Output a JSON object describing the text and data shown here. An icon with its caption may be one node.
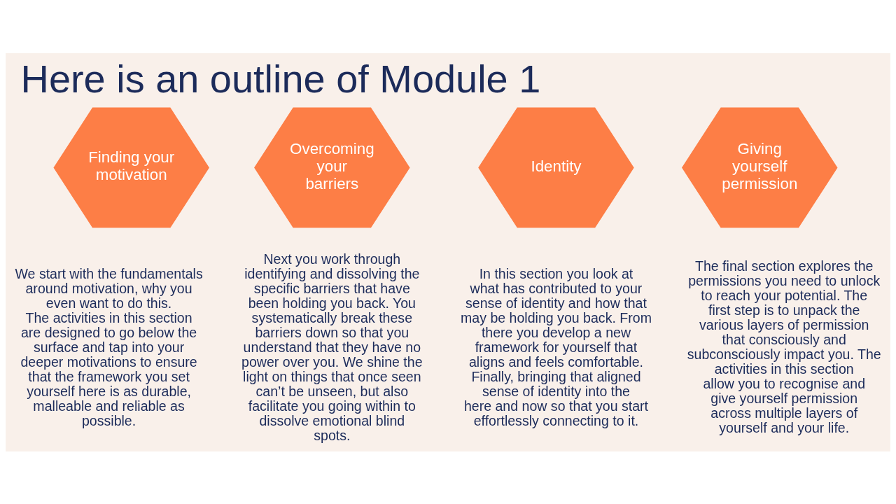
{
  "diagram": {
    "title": "Here is an outline of Module 1",
    "nodes": [
      {
        "text": [
          "Finding your motivation"
        ],
        "beside": [
          "We start with the fundamentals around motivation, why you even want to do this.",
          "The activities in this section are designed to go below the surface and tap into your deeper motivations to ensure that the framework you set yourself here is as durable, malleable and reliable as possible."
        ]
      },
      {
        "text": [
          "Overcoming your barriers"
        ],
        "beside": [
          "Next you work through identifying and dissolving the specific barriers that have been holding you back. You systematically break these barriers down so that you understand that they have no power over you. We shine the light on things that once seen can’t be unseen, but also facilitate you going within to dissolve emotional blind spots."
        ]
      },
      {
        "text": [
          "Identity"
        ],
        "beside": [
          "In this section you look at what has contributed to your sense of identity and how that may be holding you back. From there you develop a new framework for yourself that aligns and feels comfortable. Finally, bringing that aligned sense of identity into the here and now so that you start effortlessly connecting to it."
        ]
      },
      {
        "text": [
          "Giving yourself permission"
        ],
        "beside": [
          "The final section explores the permissions you need to unlock to reach your potential. The first step is to unpack the various layers of permission that consciously and subconsciously impact you. The activities in this section allow you to recognise and give yourself permission across multiple layers of yourself and your life."
        ]
      }
    ],
    "edges": []
  }
}
